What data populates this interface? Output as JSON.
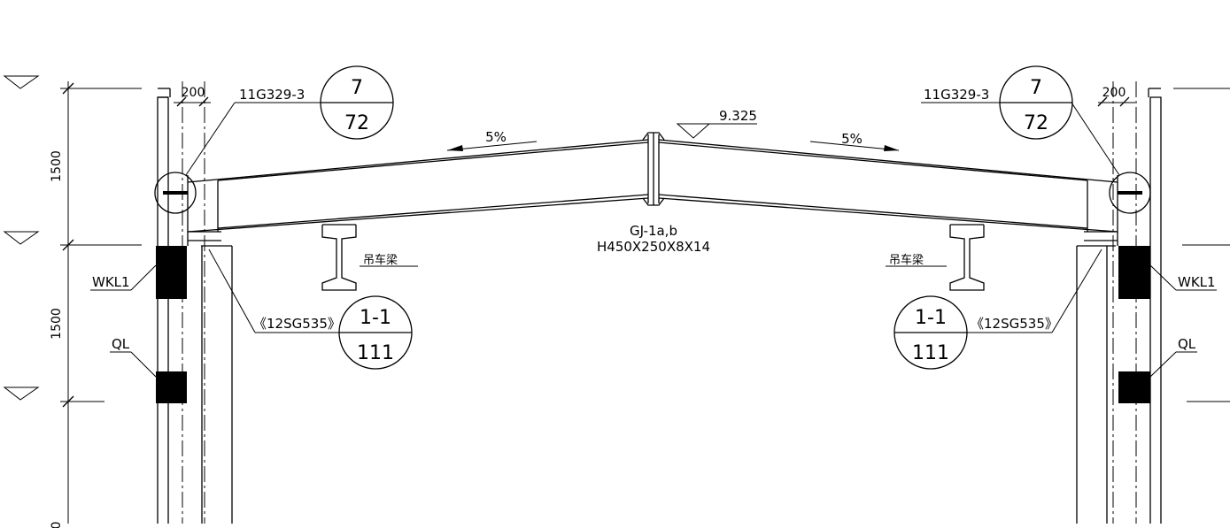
{
  "drawing": {
    "dims": {
      "top": "1500",
      "middle": "1500",
      "bottom_partial": "0"
    },
    "gutter_dim": {
      "left": "200",
      "right": "200"
    },
    "slope": {
      "left": "5%",
      "right": "5%"
    },
    "elevation": "9.325",
    "frame": {
      "mark": "GJ-1a,b",
      "section": "H450X250X8X14"
    },
    "crane_beam": {
      "left": "吊车梁",
      "right": "吊车梁"
    },
    "beams": {
      "wkl_left": "WKL1",
      "wkl_right": "WKL1",
      "ql_left": "QL",
      "ql_right": "QL"
    },
    "detail_a": {
      "ref": "11G329-3",
      "num": "7",
      "sheet": "72"
    },
    "detail_b": {
      "ref": "《12SG535》",
      "num": "1-1",
      "sheet": "111"
    }
  }
}
